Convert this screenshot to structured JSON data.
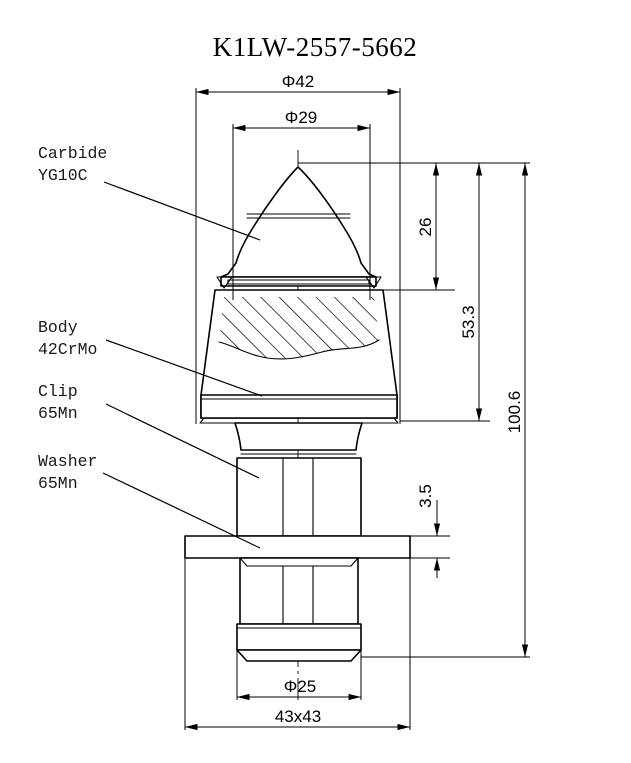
{
  "drawing": {
    "title": "K1LW-2557-5662",
    "type": "engineering-part-drawing",
    "part": "conical cutting pick",
    "background_color": "#ffffff",
    "line_color": "#000000"
  },
  "annotations": [
    {
      "id": "carbide",
      "name": "Carbide",
      "material": "YG10C"
    },
    {
      "id": "body",
      "name": "Body",
      "material": "42CrMo"
    },
    {
      "id": "clip",
      "name": "Clip",
      "material": "65Mn"
    },
    {
      "id": "washer",
      "name": "Washer",
      "material": "65Mn"
    }
  ],
  "dimensions": {
    "top": [
      {
        "id": "dia42",
        "label": "Φ42",
        "value": 42,
        "symbol": "diameter",
        "orientation": "horizontal"
      },
      {
        "id": "dia29",
        "label": "Φ29",
        "value": 29,
        "symbol": "diameter",
        "orientation": "horizontal"
      }
    ],
    "right": [
      {
        "id": "h26",
        "label": "26",
        "value": 26,
        "orientation": "vertical"
      },
      {
        "id": "h533",
        "label": "53.3",
        "value": 53.3,
        "orientation": "vertical"
      },
      {
        "id": "h1006",
        "label": "100.6",
        "value": 100.6,
        "orientation": "vertical"
      },
      {
        "id": "t35",
        "label": "3.5",
        "value": 3.5,
        "orientation": "vertical"
      }
    ],
    "bottom": [
      {
        "id": "dia25",
        "label": "Φ25",
        "value": 25,
        "symbol": "diameter",
        "orientation": "horizontal"
      },
      {
        "id": "sq43",
        "label": "43x43",
        "value": "43x43",
        "orientation": "horizontal"
      }
    ]
  }
}
